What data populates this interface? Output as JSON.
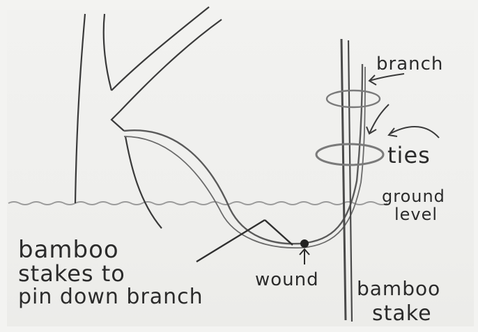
{
  "labels": {
    "branch": "branch",
    "ties": "ties",
    "ground_level_line1": "ground",
    "ground_level_line2": "level",
    "bamboo_stakes_line1": "bamboo",
    "bamboo_stakes_line2": "stakes to",
    "bamboo_stakes_line3": "pin down branch",
    "wound": "wound",
    "bamboo_stake_line1": "bamboo",
    "bamboo_stake_line2": "stake"
  },
  "colors": {
    "ink": "#2b2b2b",
    "pencil": "#6a6a6a",
    "ground_line": "#9a9a9a",
    "paper": "#efefed"
  }
}
